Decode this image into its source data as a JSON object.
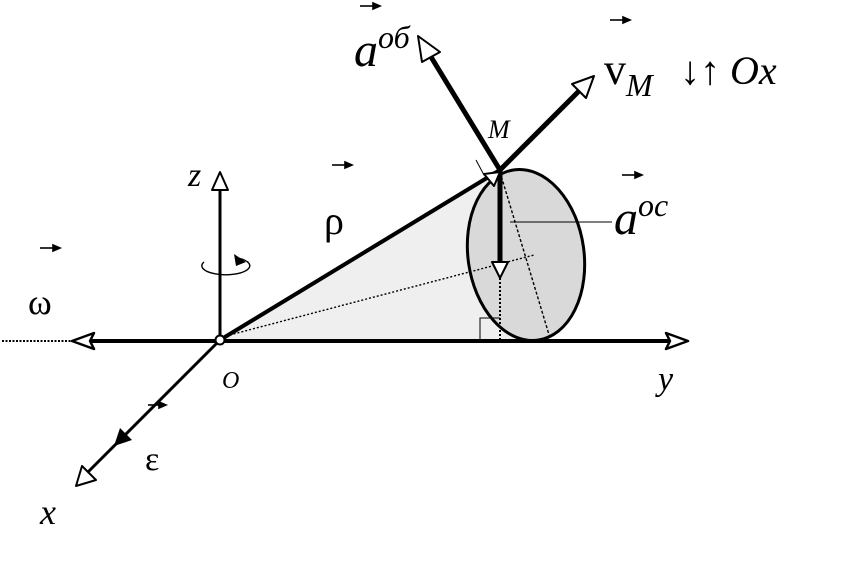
{
  "labels": {
    "z_axis": "z",
    "y_axis": "y",
    "x_axis": "x",
    "origin": "O",
    "point": "M",
    "omega": "ω",
    "epsilon": "ε",
    "rho": "ρ",
    "a_ob_base": "a",
    "a_ob_sup": "об",
    "a_os_base": "a",
    "a_os_sup": "ос",
    "v_base": "v",
    "v_sub": "M",
    "relation": "↓↑ Ox"
  },
  "colors": {
    "ink": "#000000",
    "cone_fill": "#efefef",
    "disk_fill": "#d9d9d9"
  }
}
